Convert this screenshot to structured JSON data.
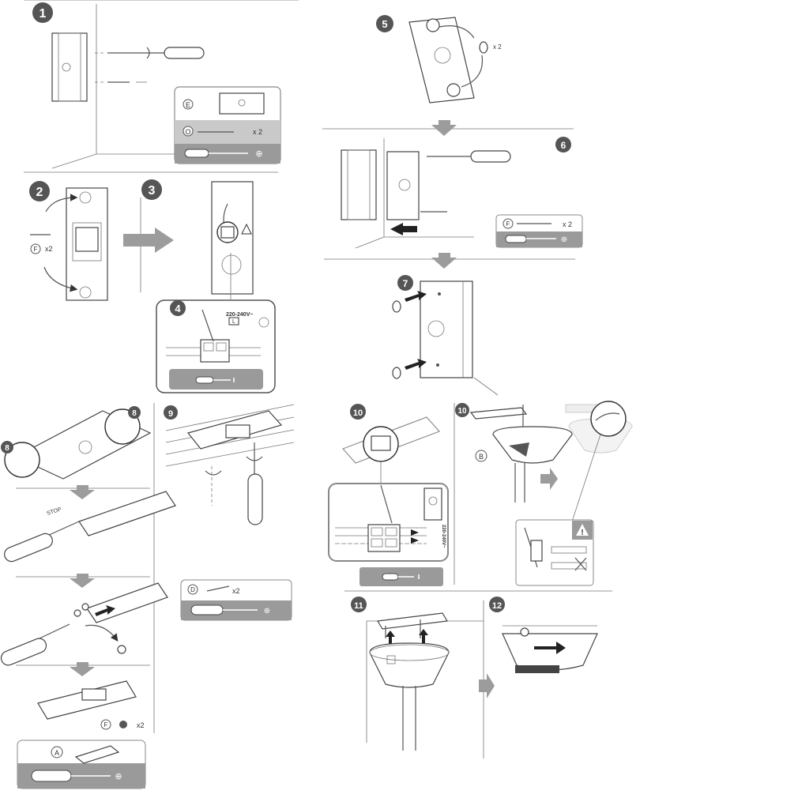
{
  "steps": {
    "s1": "1",
    "s2": "2",
    "s3": "3",
    "s4": "4",
    "s5": "5",
    "s6": "6",
    "s7": "7",
    "s8a": "8",
    "s8b": "8",
    "s9": "9",
    "s10a": "10",
    "s10b": "10",
    "s11": "11",
    "s12": "12"
  },
  "parts": {
    "e_letter": "E",
    "o_letter": "O",
    "o_qty": "x 2",
    "f_letter_step2": "F",
    "f_qty_step2": "x2",
    "voltage_step4": "220-240V~",
    "l_label": "L",
    "x2_step5": "x 2",
    "f_letter_step6": "F",
    "f_qty_step6": "x 2",
    "d_letter": "D",
    "d_qty": "x2",
    "stop_label": "STOP",
    "f_letter_step8": "F",
    "f_qty_step8": "x2",
    "a_letter": "A",
    "b_letter": "B",
    "voltage_step10": "220-240V~",
    "warning_glyph": "!"
  },
  "icons": {
    "screwdriver": "screwdriver-icon",
    "phillips_tip": "phillips-tip-icon",
    "flat_tip": "flat-tip-icon",
    "warning": "warning-icon"
  },
  "colors": {
    "step_badge": "#555555",
    "panel_gray": "#9a9a9a",
    "arrow_gray": "#9c9c9c",
    "line": "#555555"
  }
}
